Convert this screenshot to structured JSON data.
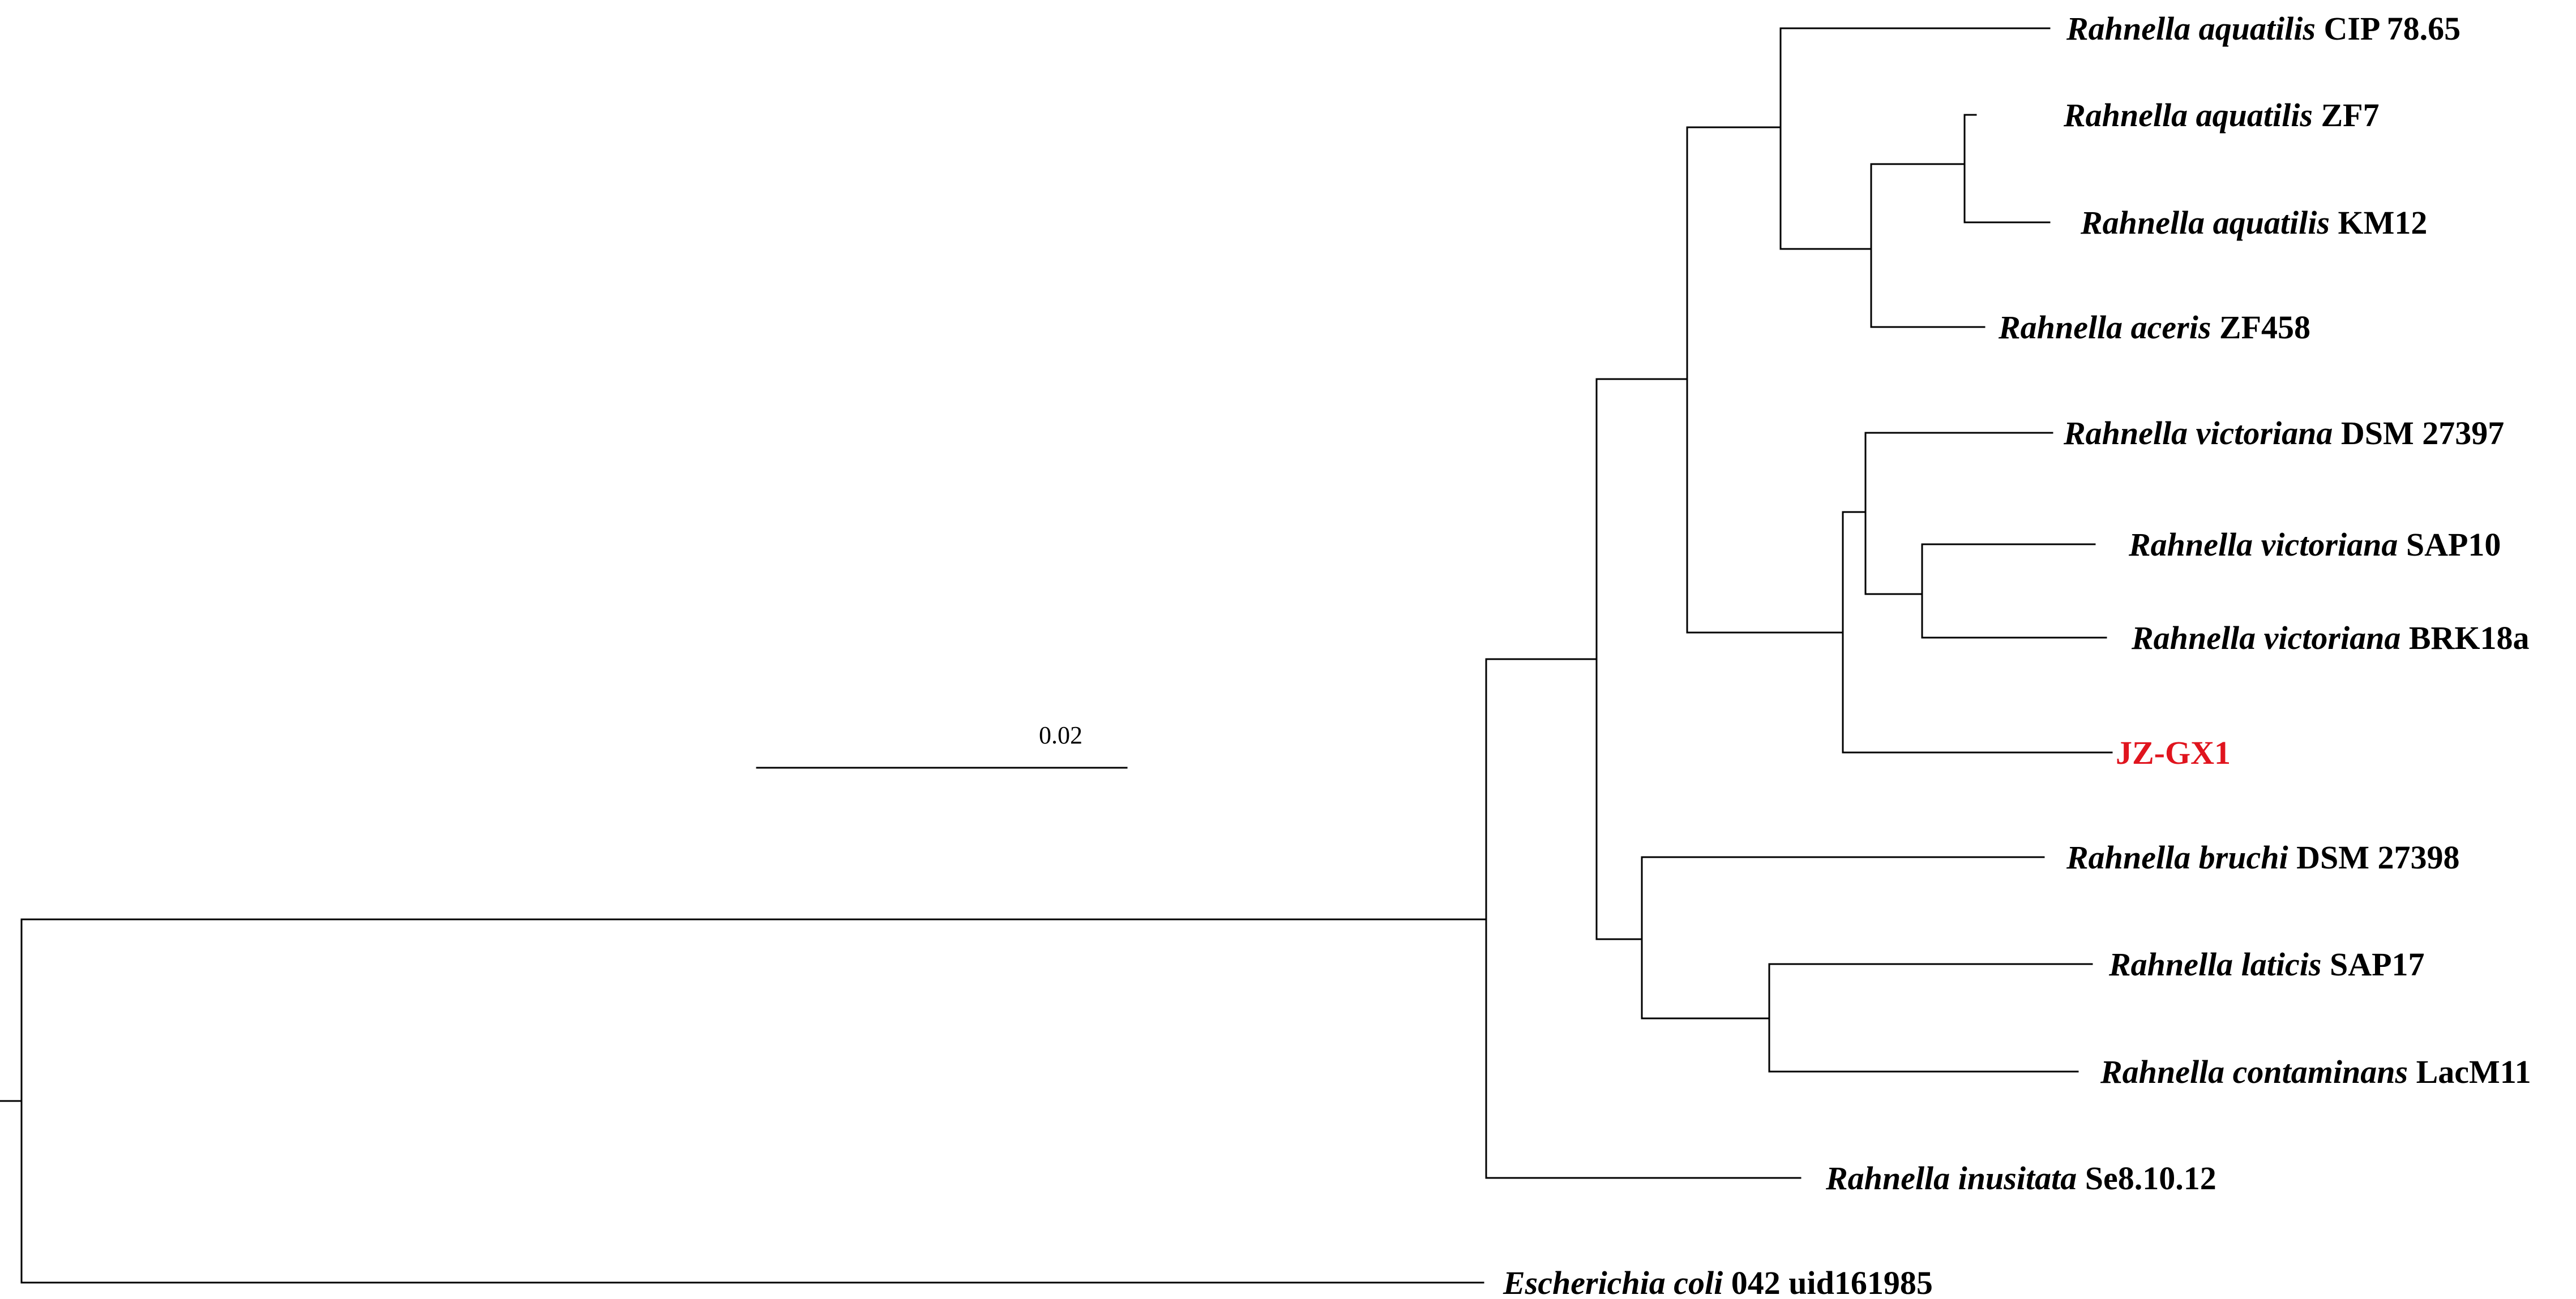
{
  "tree": {
    "leaves": [
      {
        "id": "aquatilis_cip",
        "italic": "Rahnella aquatilis",
        "strain": "CIP 78.65",
        "color": "#000000"
      },
      {
        "id": "aquatilis_zf7",
        "italic": "Rahnella aquatilis",
        "strain": "ZF7",
        "color": "#000000"
      },
      {
        "id": "aquatilis_km12",
        "italic": "Rahnella aquatilis",
        "strain": "KM12",
        "color": "#000000"
      },
      {
        "id": "aceris_zf458",
        "italic": "Rahnella aceris",
        "strain": "ZF458",
        "color": "#000000"
      },
      {
        "id": "victoriana_dsm",
        "italic": "Rahnella  victoriana",
        "strain": "DSM 27397",
        "color": "#000000"
      },
      {
        "id": "victoriana_sap10",
        "italic": "Rahnella victoriana",
        "strain": "SAP10",
        "color": "#000000"
      },
      {
        "id": "victoriana_brk18a",
        "italic": "Rahnella victoriana",
        "strain": "BRK18a",
        "color": "#000000"
      },
      {
        "id": "jz_gx1",
        "italic": "",
        "strain": "JZ-GX1",
        "color": "#e0141e"
      },
      {
        "id": "bruchi_dsm",
        "italic": "Rahnella bruchi",
        "strain": "DSM 27398",
        "color": "#000000"
      },
      {
        "id": "laticis_sap17",
        "italic": "Rahnella laticis",
        "strain": "SAP17",
        "color": "#000000"
      },
      {
        "id": "contaminans_lacm11",
        "italic": "Rahnella contaminans",
        "strain": "LacM11",
        "color": "#000000"
      },
      {
        "id": "inusitata_se8",
        "italic": "Rahnella inusitata",
        "strain": "Se8.10.12",
        "color": "#000000"
      },
      {
        "id": "ecoli_042",
        "italic": "Escherichia coli",
        "strain": "042 uid161985",
        "color": "#000000"
      }
    ],
    "scale_bar": {
      "label": "0.02",
      "length": 0.02
    },
    "colors": {
      "branch": "#000000",
      "highlight": "#e0141e"
    }
  }
}
